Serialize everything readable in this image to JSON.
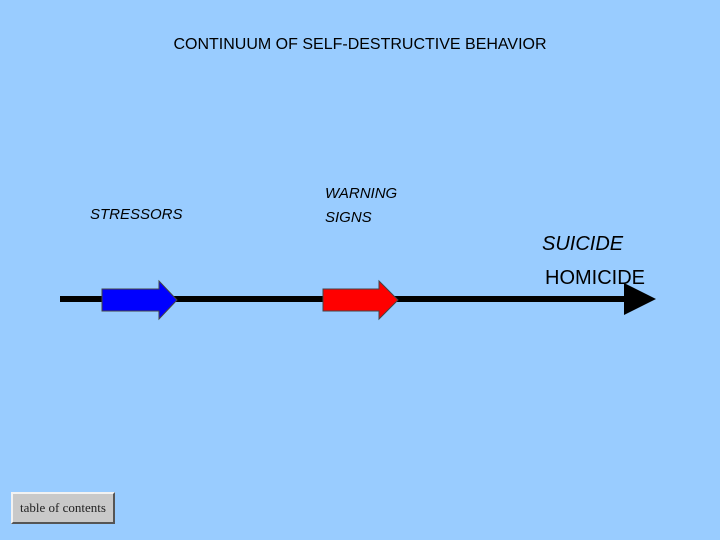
{
  "title": "CONTINUUM OF SELF-DESTRUCTIVE BEHAVIOR",
  "labels": {
    "stressors": "STRESSORS",
    "warning_line1": "WARNING",
    "warning_line2": "SIGNS",
    "suicide": "SUICIDE",
    "homicide": "HOMICIDE"
  },
  "arrows": {
    "stressors_color": "#0000ff",
    "warning_color": "#ff0000",
    "line_color": "#000000"
  },
  "toc_button": {
    "label": "table of contents"
  }
}
